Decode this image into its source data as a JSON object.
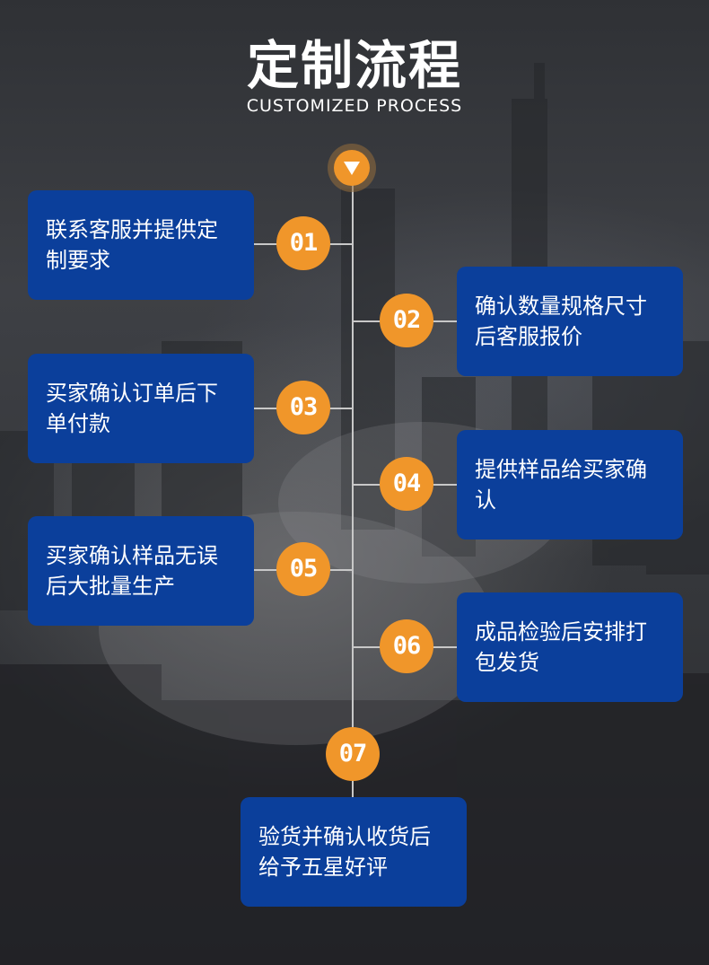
{
  "header": {
    "title": "定制流程",
    "subtitle": "CUSTOMIZED PROCESS"
  },
  "colors": {
    "accent": "#f0962a",
    "box": "#0b3f9b",
    "line": "#c8c8c8",
    "text": "#ffffff"
  },
  "steps": [
    {
      "number": "01",
      "text": "联系客服并提供定制要求"
    },
    {
      "number": "02",
      "text": "确认数量规格尺寸后客服报价"
    },
    {
      "number": "03",
      "text": "买家确认订单后下单付款"
    },
    {
      "number": "04",
      "text": "提供样品给买家确认"
    },
    {
      "number": "05",
      "text": "买家确认样品无误后大批量生产"
    },
    {
      "number": "06",
      "text": "成品检验后安排打包发货"
    },
    {
      "number": "07",
      "text": "验货并确认收货后给予五星好评"
    }
  ]
}
